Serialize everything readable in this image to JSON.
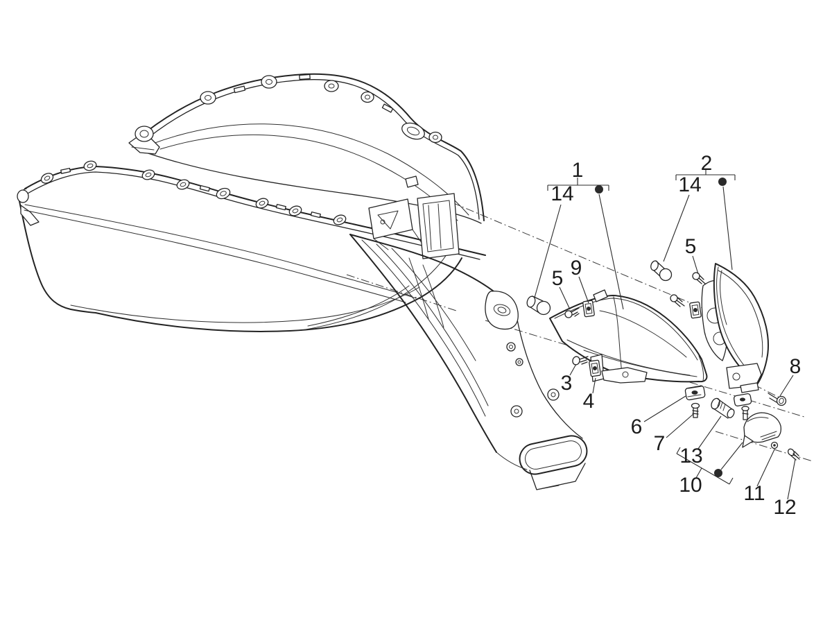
{
  "style": {
    "background": "#ffffff",
    "line_color": "#232323",
    "text_color": "#1b1b1b"
  },
  "callouts": {
    "c1": "1",
    "c2": "2",
    "c3": "3",
    "c4": "4",
    "c5a": "5",
    "c5b": "5",
    "c6": "6",
    "c7": "7",
    "c8": "8",
    "c9": "9",
    "c10": "10",
    "c11": "11",
    "c12": "12",
    "c13": "13",
    "c14a": "14",
    "c14b": "14"
  }
}
